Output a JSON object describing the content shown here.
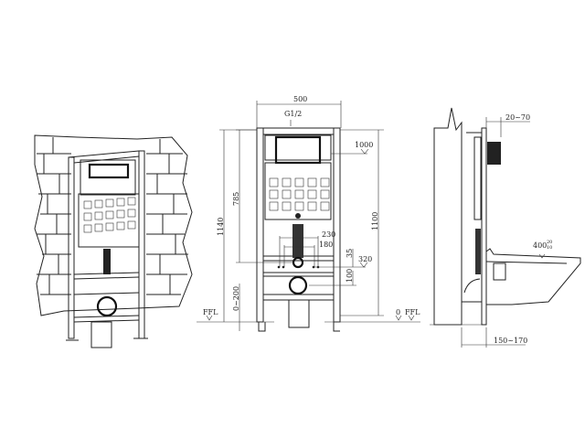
{
  "front_view": {
    "width": "500",
    "inlet": "G1/2",
    "button_height": "1000",
    "height_785": "785",
    "total_height": "1140",
    "frame_height": "1100",
    "spacing_230": "230",
    "spacing_180": "180",
    "offset_35": "35",
    "drain_height": "320",
    "offset_100": "100",
    "foot_adjust": "0~200",
    "ffl_left": "FFL",
    "zero_mark": "0",
    "ffl_right": "FFL"
  },
  "side_view": {
    "wall_gap": "20~70",
    "seat_height": "400",
    "seat_tol_plus": "20",
    "seat_tol_minus": "10",
    "depth": "150~170"
  }
}
